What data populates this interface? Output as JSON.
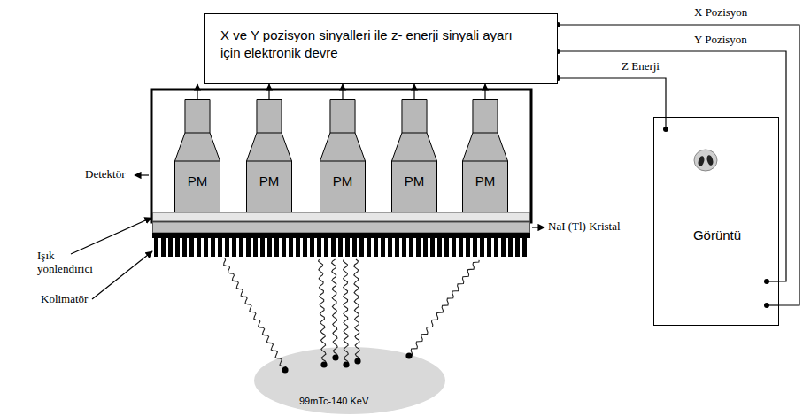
{
  "diagram": {
    "nodes": [
      {
        "text": [
          "X ve Y pozisyon sinyalleri ile z- enerji sinyali ayarı için elektronik devre"
        ]
      },
      {
        "text": [
          "PM"
        ]
      },
      {
        "text": [
          "PM"
        ]
      },
      {
        "text": [
          "PM"
        ]
      },
      {
        "text": [
          "PM"
        ]
      },
      {
        "text": [
          "PM"
        ]
      },
      {
        "text": [
          "Görüntü"
        ]
      }
    ],
    "edges": [
      {
        "from": 1,
        "to": 0,
        "arrow": "to"
      },
      {
        "from": 2,
        "to": 0,
        "arrow": "to"
      },
      {
        "from": 3,
        "to": 0,
        "arrow": "to"
      },
      {
        "from": 4,
        "to": 0,
        "arrow": "to"
      },
      {
        "from": 5,
        "to": 0,
        "arrow": "to"
      },
      {
        "from": 0,
        "to": 6,
        "label": "X Pozisyon",
        "arrow": "none"
      },
      {
        "from": 0,
        "to": 6,
        "label": "Y Pozisyon",
        "arrow": "none"
      },
      {
        "from": 0,
        "to": 6,
        "label": "Z Enerji",
        "arrow": "none"
      }
    ],
    "labels": [
      "Detektör",
      "Işık yönlendirici",
      "NaI (Tl) Kristal",
      "Kolimatör",
      "99mTc-140 KeV"
    ]
  }
}
